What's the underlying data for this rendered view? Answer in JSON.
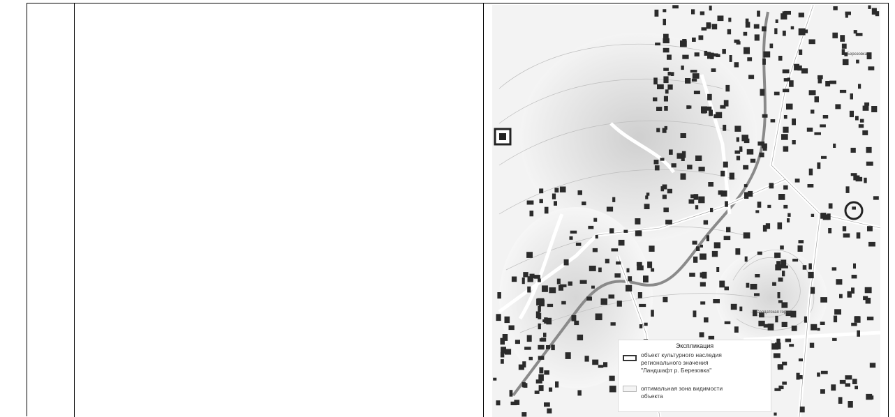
{
  "legend": {
    "title": "Экспликация",
    "items": [
      {
        "text_lines": [
          "объект культурного наследия",
          "регионального значения",
          "\"Ландшафт р. Березовка\""
        ]
      },
      {
        "text_lines": [
          "оптимальная зона видимости",
          "объекта"
        ]
      }
    ]
  },
  "map_labels": {
    "street_1": "Солдатская горка",
    "street_2": "Березовка"
  },
  "colors": {
    "buildings": "#2b2b2b",
    "roads": "#ffffff",
    "relief": "#cfcfcf",
    "river": "#8a8a8a"
  }
}
